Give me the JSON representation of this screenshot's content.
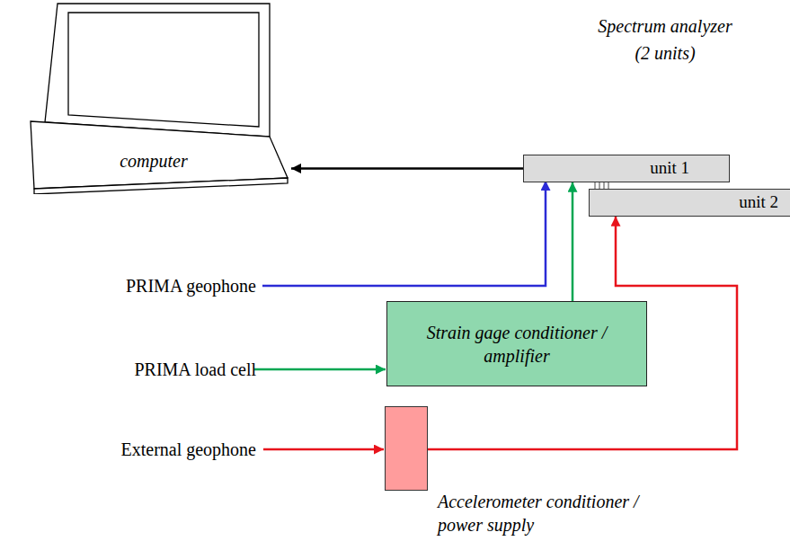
{
  "diagram": {
    "nodes": [
      {
        "text": [
          "computer"
        ]
      },
      {
        "text": [
          "unit 1"
        ]
      },
      {
        "text": [
          "unit 2"
        ]
      },
      {
        "text": [
          "Strain gage conditioner / amplifier"
        ]
      },
      {
        "text": [
          "Accelerometer conditioner / power supply"
        ]
      }
    ],
    "edges": [
      {
        "from": 1,
        "to": 0,
        "arrow": "to"
      },
      {
        "from": 3,
        "to": 1,
        "arrow": "to"
      },
      {
        "from": 4,
        "to": 2,
        "arrow": "to"
      },
      {
        "from": 1,
        "to": 2,
        "arrow": "none"
      }
    ],
    "labels": [
      "Spectrum analyzer (2 units)",
      "PRIMA geophone",
      "PRIMA load cell",
      "External geophone"
    ]
  }
}
